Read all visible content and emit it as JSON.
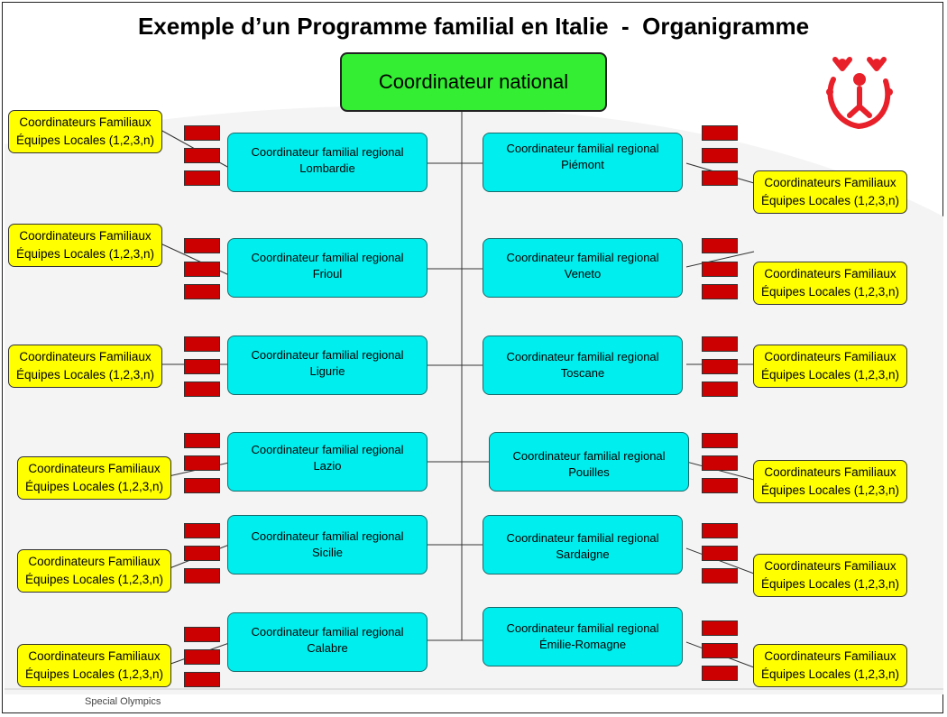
{
  "title": "Exemple d’un Programme familial en Italie  -  Organigramme",
  "national": "Coordinateur national",
  "region_title": "Coordinateur familial regional",
  "local": {
    "line1": "Coordinateurs Familiaux",
    "line2": "Équipes Locales (1,2,3,n)"
  },
  "regions": {
    "lombardie": "Lombardie",
    "piemont": "Piémont",
    "frioul": "Frioul",
    "veneto": "Veneto",
    "ligurie": "Ligurie",
    "toscane": "Toscane",
    "lazio": "Lazio",
    "pouilles": "Pouilles",
    "sicilie": "Sicilie",
    "sardaigne": "Sardaigne",
    "calabre": "Calabre",
    "emilie": "Émilie-Romagne"
  },
  "footer": "Special Olympics",
  "colors": {
    "national": "#33ee33",
    "region": "#00eeee",
    "local": "#ffff00",
    "team": "#cc0000",
    "logo": "#e8202a"
  },
  "logo_icon": "special-olympics-logo"
}
